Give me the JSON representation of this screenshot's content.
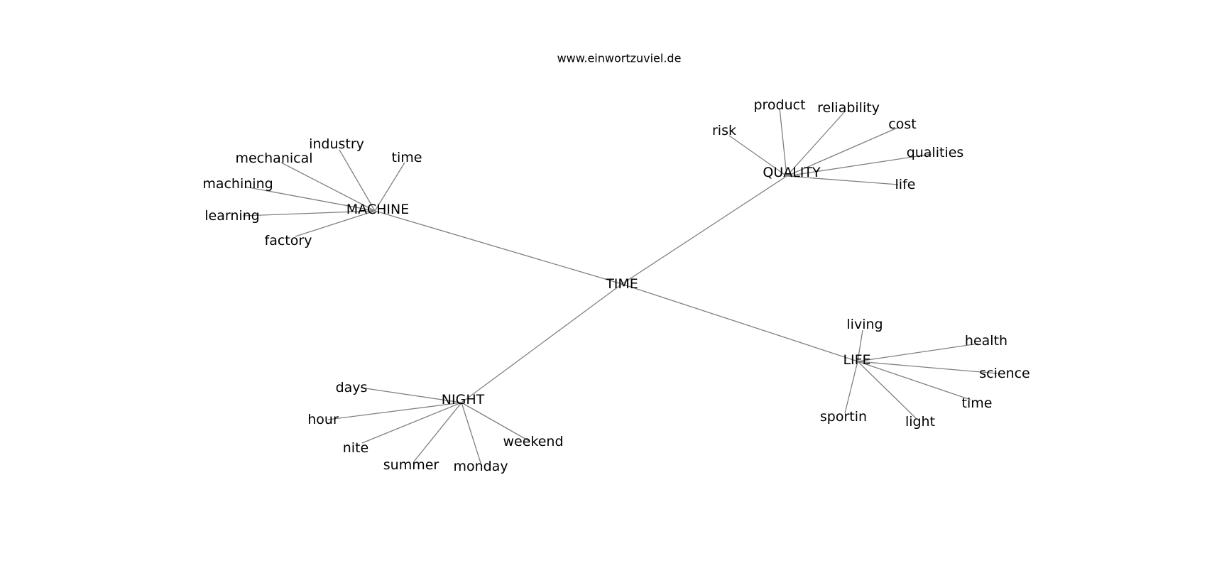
{
  "credit": "www.einwortzuviel.de",
  "colors": {
    "edge": "#808080",
    "text": "#000000",
    "background": "#ffffff"
  },
  "graph": {
    "center": "TIME",
    "hubs": [
      {
        "id": "MACHINE",
        "label": "MACHINE",
        "leaves": [
          "industry",
          "time",
          "mechanical",
          "machining",
          "learning",
          "factory"
        ]
      },
      {
        "id": "QUALITY",
        "label": "QUALITY",
        "leaves": [
          "product",
          "reliability",
          "risk",
          "cost",
          "qualities",
          "life"
        ]
      },
      {
        "id": "NIGHT",
        "label": "NIGHT",
        "leaves": [
          "days",
          "hour",
          "nite",
          "summer",
          "monday",
          "weekend"
        ]
      },
      {
        "id": "LIFE",
        "label": "LIFE",
        "leaves": [
          "living",
          "health",
          "science",
          "time",
          "light",
          "sportin"
        ]
      }
    ]
  }
}
